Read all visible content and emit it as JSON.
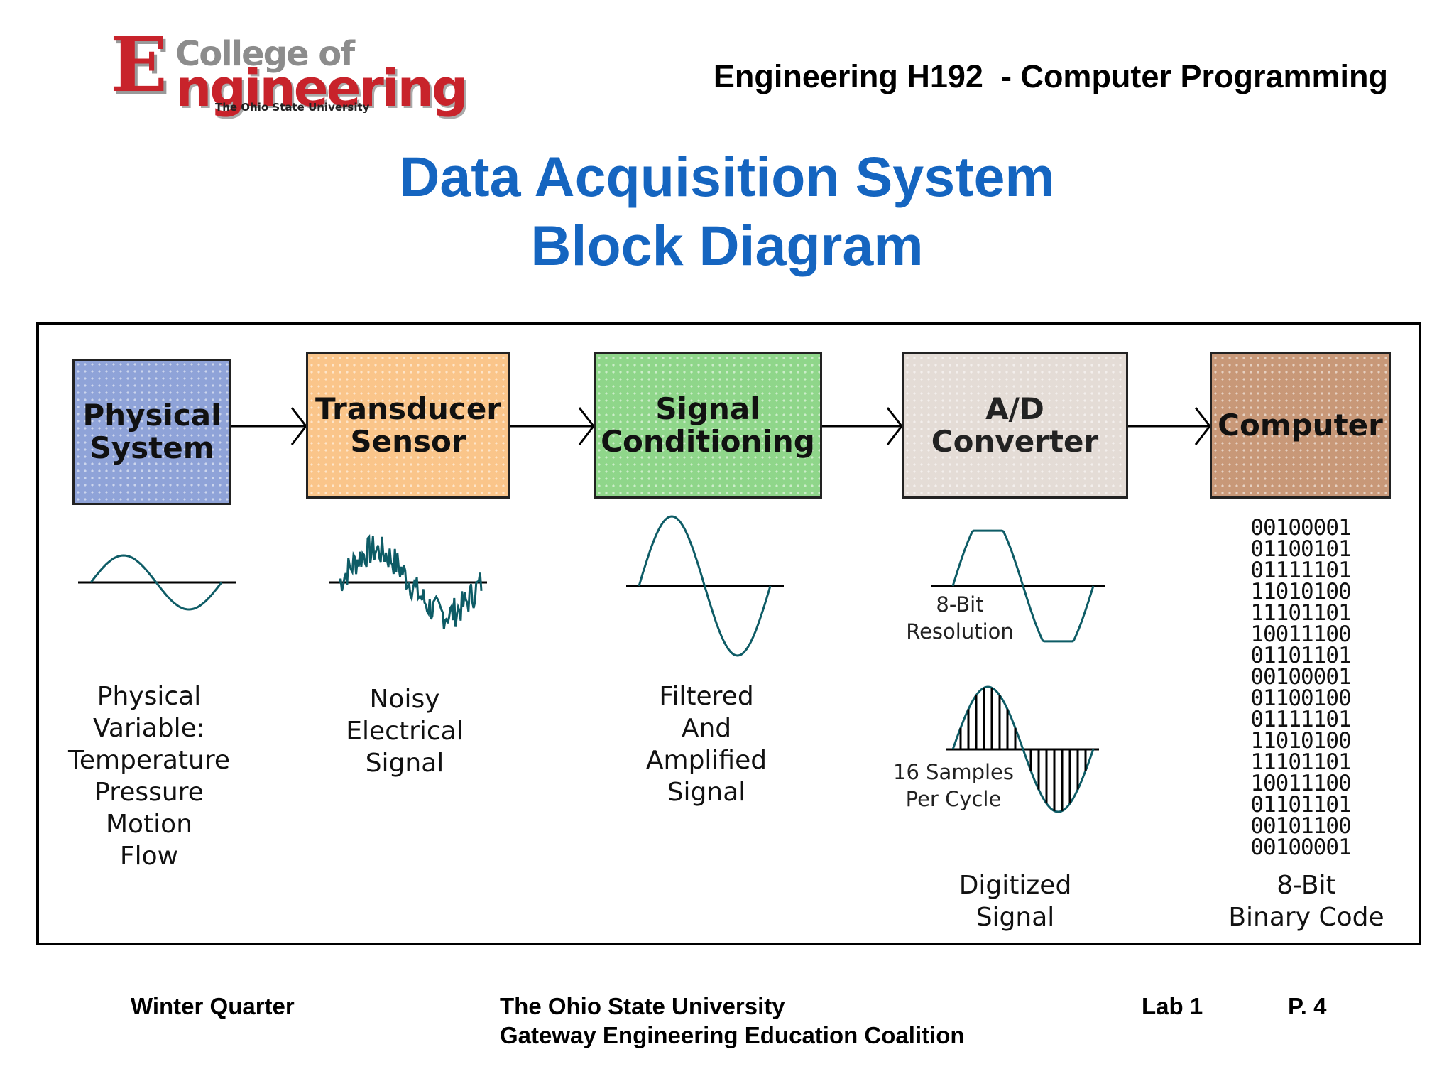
{
  "header": {
    "logo": {
      "big_letter": "E",
      "line1": "College of",
      "line2": "ngineering",
      "line3": "The Ohio State University"
    },
    "course": "Engineering H192  - Computer Programming",
    "title_line1": "Data Acquisition System",
    "title_line2": "Block Diagram"
  },
  "diagram": {
    "blocks": [
      {
        "label": "Physical\nSystem",
        "color": "#8fa3d8"
      },
      {
        "label": "Transducer\nSensor",
        "color": "#fac58a"
      },
      {
        "label": "Signal\nConditioning",
        "color": "#8fd68a"
      },
      {
        "label": "A/D\nConverter",
        "color": "#e4dcd6"
      },
      {
        "label": "Computer",
        "color": "#c89878"
      }
    ],
    "captions": [
      "Physical\nVariable:\nTemperature\nPressure\nMotion\nFlow",
      "Noisy\nElectrical\nSignal",
      "Filtered\nAnd\nAmplified\nSignal",
      "Digitized\nSignal",
      "8-Bit\nBinary Code"
    ],
    "resolution_note": "8-Bit\nResolution",
    "samples_note": "16 Samples\nPer Cycle",
    "binary_codes": [
      "00100001",
      "01100101",
      "01111101",
      "11010100",
      "11101101",
      "10011100",
      "01101101",
      "00100001",
      "01100100",
      "01111101",
      "11010100",
      "11101101",
      "10011100",
      "01101101",
      "00101100",
      "00100001"
    ]
  },
  "footer": {
    "quarter": "Winter Quarter",
    "university": "The Ohio State University\nGateway Engineering Education Coalition",
    "lab": "Lab 1",
    "page": "P. 4"
  }
}
